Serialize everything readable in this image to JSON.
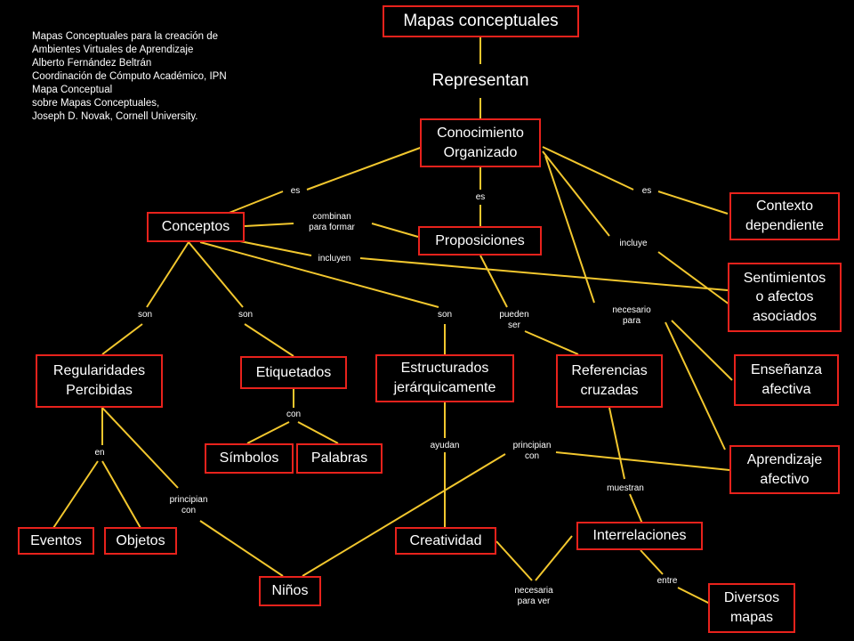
{
  "credits": "Mapas Conceptuales para la creación de\nAmbientes Virtuales de Aprendizaje\nAlberto Fernández Beltrán\nCoordinación de Cómputo Académico, IPN\nMapa Conceptual\nsobre Mapas Conceptuales,\nJoseph D. Novak, Cornell University.",
  "nodes": {
    "mapas": "Mapas conceptuales",
    "conocimiento": "Conocimiento\nOrganizado",
    "conceptos": "Conceptos",
    "proposiciones": "Proposiciones",
    "contexto": "Contexto\ndependiente",
    "sentimientos": "Sentimientos\no afectos\nasociados",
    "regularidades": "Regularidades\nPercibidas",
    "etiquetados": "Etiquetados",
    "estructurados": "Estructurados\njerárquicamente",
    "referencias": "Referencias\ncruzadas",
    "ensenanza": "Enseñanza\nafectiva",
    "simbolos": "Símbolos",
    "palabras": "Palabras",
    "aprendizaje": "Aprendizaje\nafectivo",
    "eventos": "Eventos",
    "objetos": "Objetos",
    "creatividad": "Creatividad",
    "interrelaciones": "Interrelaciones",
    "ninos": "Niños",
    "diversos": "Diversos\nmapas"
  },
  "links": {
    "representan": "Representan",
    "es_left": "es",
    "es_mid": "es",
    "es_right": "es",
    "combinan": "combinan\npara formar",
    "incluyen": "incluyen",
    "incluye": "incluye",
    "son1": "son",
    "son2": "son",
    "son3": "son",
    "pueden": "pueden\nser",
    "necesario": "necesario\npara",
    "con": "con",
    "en": "en",
    "principian1": "principian\ncon",
    "ayudan": "ayudan",
    "principian2": "principian\ncon",
    "muestran": "muestran",
    "necesaria": "necesaria\npara ver",
    "entre": "entre"
  }
}
